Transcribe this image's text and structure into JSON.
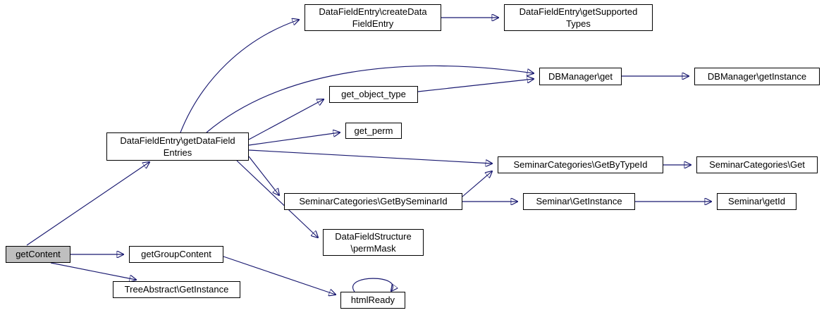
{
  "diagram": {
    "type": "call-graph",
    "nodes": {
      "getContent": {
        "label": "getContent",
        "highlighted": true
      },
      "getGroupContent": {
        "label": "getGroupContent",
        "highlighted": false
      },
      "treeAbstractGetInstance": {
        "label": "TreeAbstract\\GetInstance",
        "highlighted": false
      },
      "htmlReady": {
        "label": "htmlReady",
        "highlighted": false
      },
      "getDataFieldEntries": {
        "label": "DataFieldEntry\\getDataField\nEntries",
        "highlighted": false
      },
      "createDataFieldEntry": {
        "label": "DataFieldEntry\\createData\nFieldEntry",
        "highlighted": false
      },
      "getSupportedTypes": {
        "label": "DataFieldEntry\\getSupported\nTypes",
        "highlighted": false
      },
      "dbManagerGet": {
        "label": "DBManager\\get",
        "highlighted": false
      },
      "dbManagerGetInstance": {
        "label": "DBManager\\getInstance",
        "highlighted": false
      },
      "getObjectType": {
        "label": "get_object_type",
        "highlighted": false
      },
      "getPerm": {
        "label": "get_perm",
        "highlighted": false
      },
      "getByTypeId": {
        "label": "SeminarCategories\\GetByTypeId",
        "highlighted": false
      },
      "seminarCategoriesGet": {
        "label": "SeminarCategories\\Get",
        "highlighted": false
      },
      "getBySeminarId": {
        "label": "SeminarCategories\\GetBySeminarId",
        "highlighted": false
      },
      "seminarGetInstance": {
        "label": "Seminar\\GetInstance",
        "highlighted": false
      },
      "seminarGetId": {
        "label": "Seminar\\getId",
        "highlighted": false
      },
      "permMask": {
        "label": "DataFieldStructure\n\\permMask",
        "highlighted": false
      }
    },
    "edges": [
      {
        "from": "getContent",
        "to": "getDataFieldEntries"
      },
      {
        "from": "getContent",
        "to": "getGroupContent"
      },
      {
        "from": "getContent",
        "to": "treeAbstractGetInstance"
      },
      {
        "from": "getGroupContent",
        "to": "htmlReady"
      },
      {
        "from": "htmlReady",
        "to": "htmlReady"
      },
      {
        "from": "getDataFieldEntries",
        "to": "createDataFieldEntry"
      },
      {
        "from": "createDataFieldEntry",
        "to": "getSupportedTypes"
      },
      {
        "from": "getDataFieldEntries",
        "to": "dbManagerGet"
      },
      {
        "from": "dbManagerGet",
        "to": "dbManagerGetInstance"
      },
      {
        "from": "getDataFieldEntries",
        "to": "getObjectType"
      },
      {
        "from": "getObjectType",
        "to": "dbManagerGet"
      },
      {
        "from": "getDataFieldEntries",
        "to": "getPerm"
      },
      {
        "from": "getDataFieldEntries",
        "to": "getByTypeId"
      },
      {
        "from": "getByTypeId",
        "to": "seminarCategoriesGet"
      },
      {
        "from": "getDataFieldEntries",
        "to": "getBySeminarId"
      },
      {
        "from": "getBySeminarId",
        "to": "getByTypeId"
      },
      {
        "from": "getBySeminarId",
        "to": "seminarGetInstance"
      },
      {
        "from": "seminarGetInstance",
        "to": "seminarGetId"
      },
      {
        "from": "getDataFieldEntries",
        "to": "permMask"
      }
    ],
    "colors": {
      "edge": "#191970",
      "nodeBorder": "#000000",
      "nodeFill": "#ffffff",
      "highlightFill": "#bfbfbf",
      "text": "#000000",
      "background": "#ffffff"
    }
  }
}
